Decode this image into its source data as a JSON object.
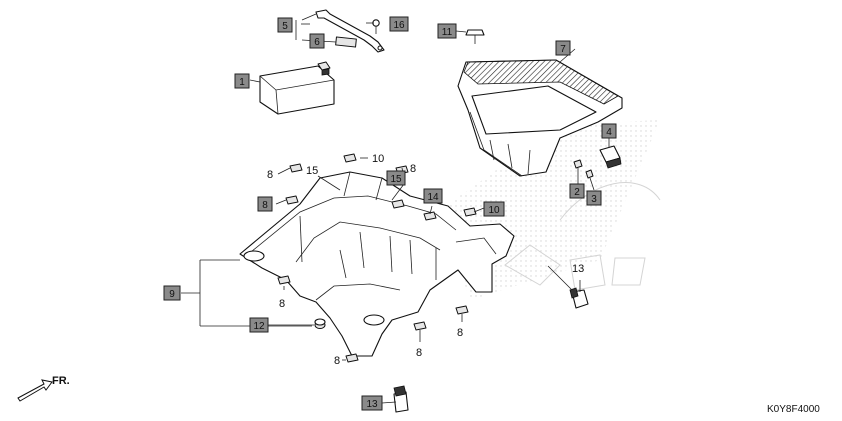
{
  "diagram_code": "K0Y8F4000",
  "front_indicator": "FR.",
  "callouts": {
    "c1": "1",
    "c2": "2",
    "c3": "3",
    "c4": "4",
    "c5": "5",
    "c6": "6",
    "c7": "7",
    "c8a": "8",
    "c8b": "8",
    "c8c": "8",
    "c8d": "8",
    "c8e": "8",
    "c8f": "8",
    "c8g": "8",
    "c9": "9",
    "c10a": "10",
    "c10b": "10",
    "c11": "11",
    "c12": "12",
    "c13a": "13",
    "c13b": "13",
    "c14": "14",
    "c15a": "15",
    "c15b": "15",
    "c16": "16"
  }
}
